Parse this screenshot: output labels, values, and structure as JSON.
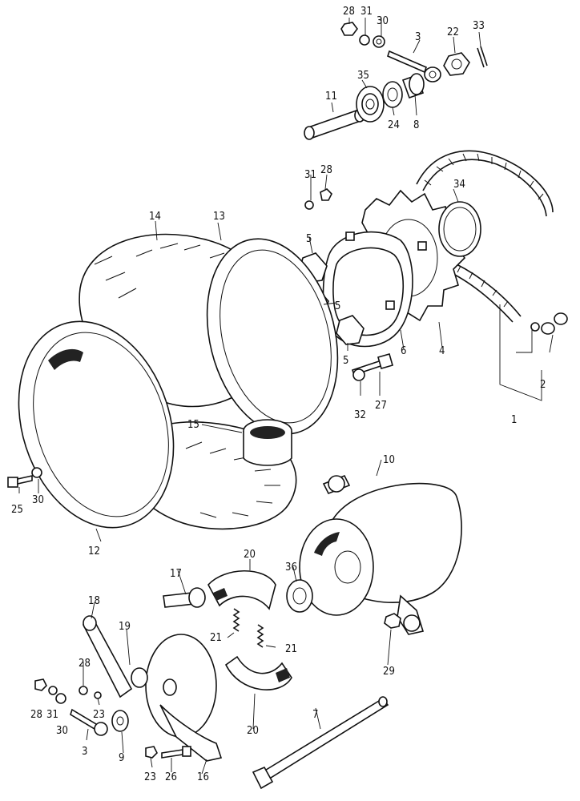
{
  "diagram": {
    "callouts": {
      "c1": "1",
      "c2": "2",
      "c3a": "3",
      "c3b": "3",
      "c4": "4",
      "c5a": "5",
      "c5b": "5",
      "c5c": "5",
      "c6": "6",
      "c7": "7",
      "c8": "8",
      "c9": "9",
      "c10": "10",
      "c11": "11",
      "c12": "12",
      "c13": "13",
      "c14": "14",
      "c15": "15",
      "c16": "16",
      "c17": "17",
      "c18": "18",
      "c19": "19",
      "c20a": "20",
      "c20b": "20",
      "c21a": "21",
      "c21b": "21",
      "c22": "22",
      "c23a": "23",
      "c23b": "23",
      "c24": "24",
      "c25": "25",
      "c26": "26",
      "c27": "27",
      "c28a": "28",
      "c28b": "28",
      "c28c": "28",
      "c28d": "28",
      "c29": "29",
      "c30a": "30",
      "c30b": "30",
      "c30c": "30",
      "c31a": "31",
      "c31b": "31",
      "c31c": "31",
      "c32": "32",
      "c33": "33",
      "c34": "34",
      "c35": "35",
      "c36": "36"
    }
  }
}
